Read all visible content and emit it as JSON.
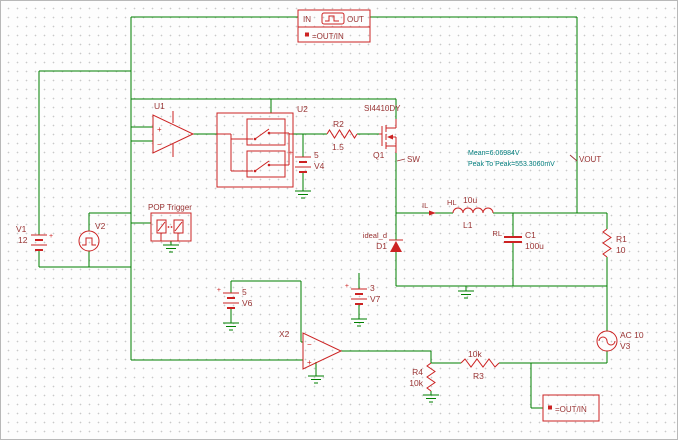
{
  "colors": {
    "background": "#fdfdfd",
    "grid_dot": "#c9c9c9",
    "wire": "#008000",
    "component": "#cc2222",
    "label": "#993333",
    "measurement_text": "#007c7c"
  },
  "symbols": {
    "plus": "+",
    "minus": "−"
  },
  "probe_top": {
    "in_label": "IN",
    "out_label": "OUT",
    "expression": "=OUT/IN"
  },
  "probe_bottom": {
    "expression": "=OUT/IN"
  },
  "measurements": {
    "mean": "Mean=6.06984V",
    "peak_to_peak": "Peak To Peak=553.3060mV"
  },
  "nets": {
    "sw": "SW",
    "vout": "VOUT"
  },
  "current_probes": {
    "il": "IL",
    "hl": "HL",
    "rl": "RL"
  },
  "components": {
    "u1": {
      "ref": "U1"
    },
    "u2": {
      "ref": "U2"
    },
    "q1": {
      "ref": "Q1",
      "part": "SI4410DY"
    },
    "d1": {
      "ref": "D1",
      "part": "ideal_d"
    },
    "l1": {
      "ref": "L1",
      "value": "10u"
    },
    "c1": {
      "ref": "C1",
      "value": "100u"
    },
    "r1": {
      "ref": "R1",
      "value": "10"
    },
    "r2": {
      "ref": "R2",
      "value": "1.5"
    },
    "r3": {
      "ref": "R3",
      "value": "10k"
    },
    "r4": {
      "ref": "R4",
      "value": "10k"
    },
    "v1": {
      "ref": "V1",
      "value": "12"
    },
    "v2": {
      "ref": "V2"
    },
    "v3": {
      "ref": "V3",
      "value": "AC 10"
    },
    "v4": {
      "ref": "V4",
      "value": "5"
    },
    "v6": {
      "ref": "V6",
      "value": "5"
    },
    "v7": {
      "ref": "V7",
      "value": "3"
    },
    "x2": {
      "ref": "X2"
    },
    "pop_trigger": {
      "label": "POP Trigger"
    }
  }
}
